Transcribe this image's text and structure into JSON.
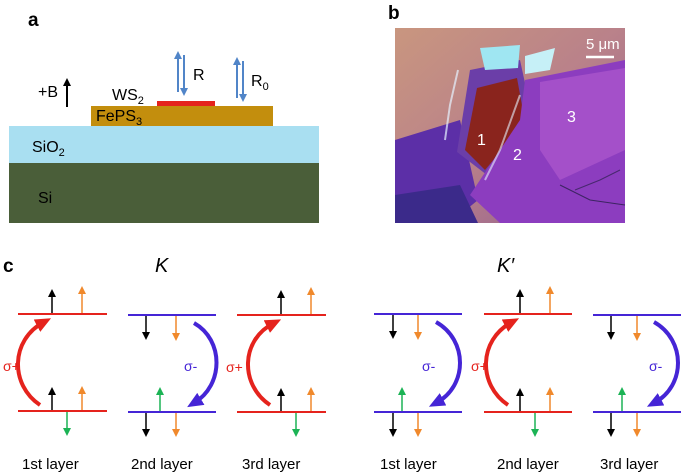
{
  "panel_a": {
    "label": "a",
    "field": "+B",
    "ws2": {
      "main": "WS",
      "sub": "2"
    },
    "fepse": {
      "main": "FePS",
      "sub": "3"
    },
    "sio2": {
      "main": "SiO",
      "sub": "2"
    },
    "si": "Si",
    "reflect": "R",
    "ref0": {
      "main": "R",
      "sub": "0"
    }
  },
  "panel_b": {
    "label": "b",
    "scale": "5 μm",
    "regions": [
      "1",
      "2",
      "3"
    ]
  },
  "panel_c": {
    "label": "c",
    "valley_k": "K",
    "valley_kp": "K′",
    "sigma_plus": "σ+",
    "sigma_minus": "σ-",
    "layers": [
      "1st layer",
      "2nd layer",
      "3rd layer",
      "1st layer",
      "2nd layer",
      "3rd layer"
    ]
  },
  "colors": {
    "red_band": "#e5231d",
    "blue_band": "#4525d6",
    "orange_spin": "#f0892c",
    "green_spin": "#1cb355",
    "fepse_gold": "#c38e0d",
    "sio2_blue": "#a9dff1",
    "si_green": "#4a5e39",
    "arrow_blue": "#5185c8"
  }
}
